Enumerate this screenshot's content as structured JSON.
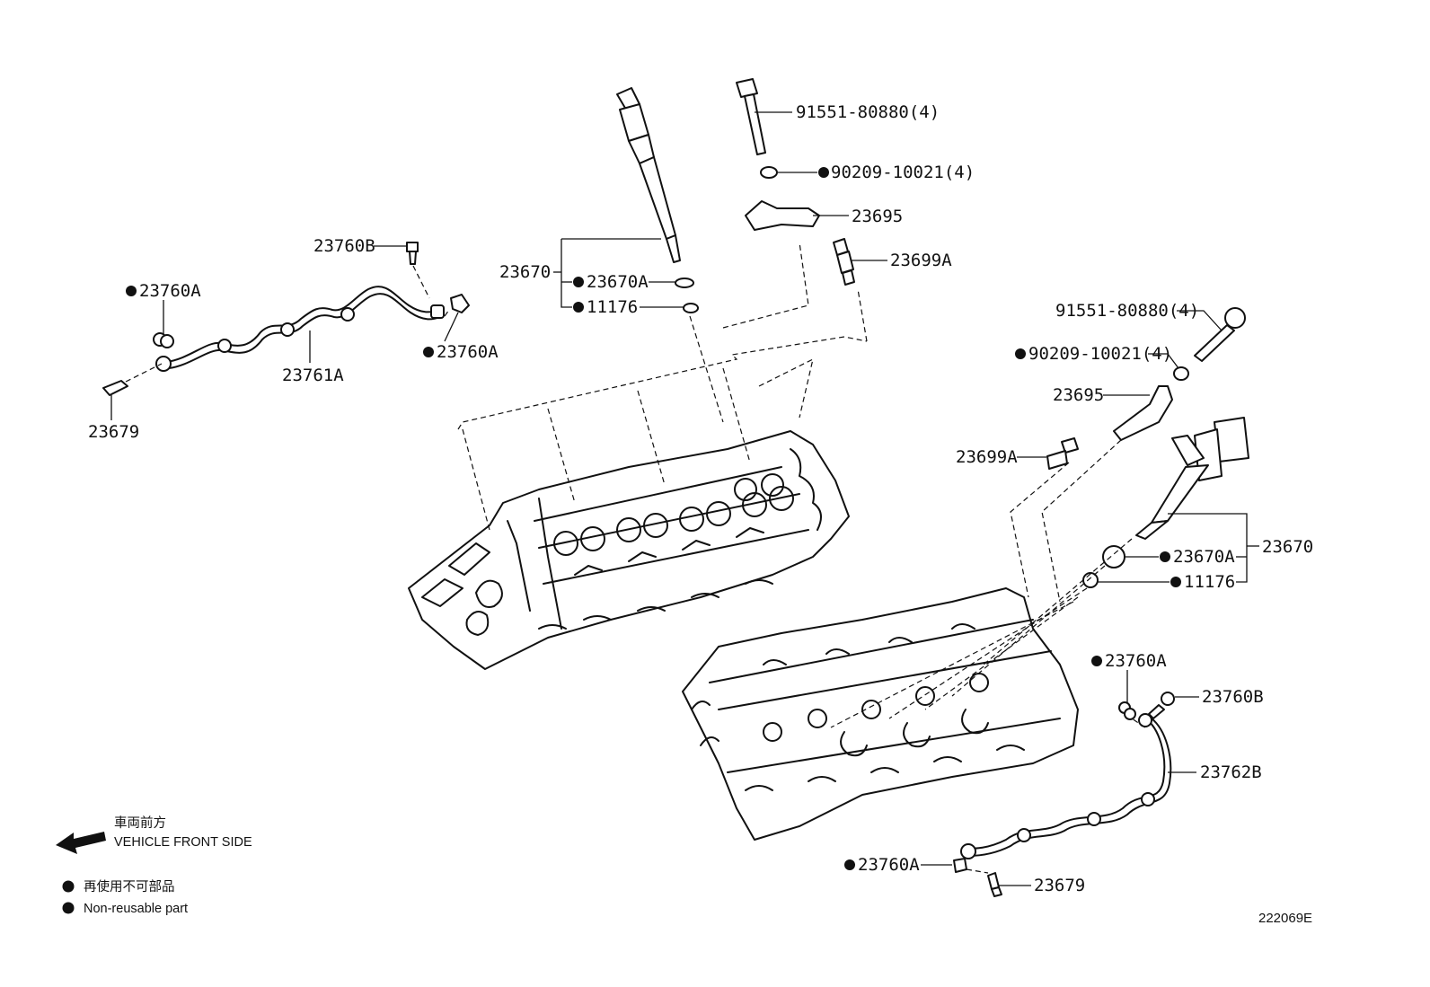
{
  "labels": {
    "l_91551_top": "91551-80880(4)",
    "l_90209_top": "90209-10021(4)",
    "l_23695_top": "23695",
    "l_23699A_top": "23699A",
    "l_23670_top": "23670",
    "l_23670A_top": "23670A",
    "l_11176_top": "11176",
    "l_23760B_left": "23760B",
    "l_23760A_left1": "23760A",
    "l_23760A_left2": "23760A",
    "l_23761A": "23761A",
    "l_23679_left": "23679",
    "l_91551_right": "91551-80880(4)",
    "l_90209_right": "90209-10021(4)",
    "l_23695_right": "23695",
    "l_23699A_right": "23699A",
    "l_23670_right": "23670",
    "l_23670A_right": "23670A",
    "l_11176_right": "11176",
    "l_23760A_right1": "23760A",
    "l_23760B_right": "23760B",
    "l_23762B": "23762B",
    "l_23760A_right2": "23760A",
    "l_23679_right": "23679"
  },
  "legend": {
    "front_jp": "車両前方",
    "front_en": "VEHICLE FRONT SIDE",
    "nonreuse_jp": "再使用不可部品",
    "nonreuse_en": "Non-reusable part"
  },
  "diagram_code": "222069E"
}
